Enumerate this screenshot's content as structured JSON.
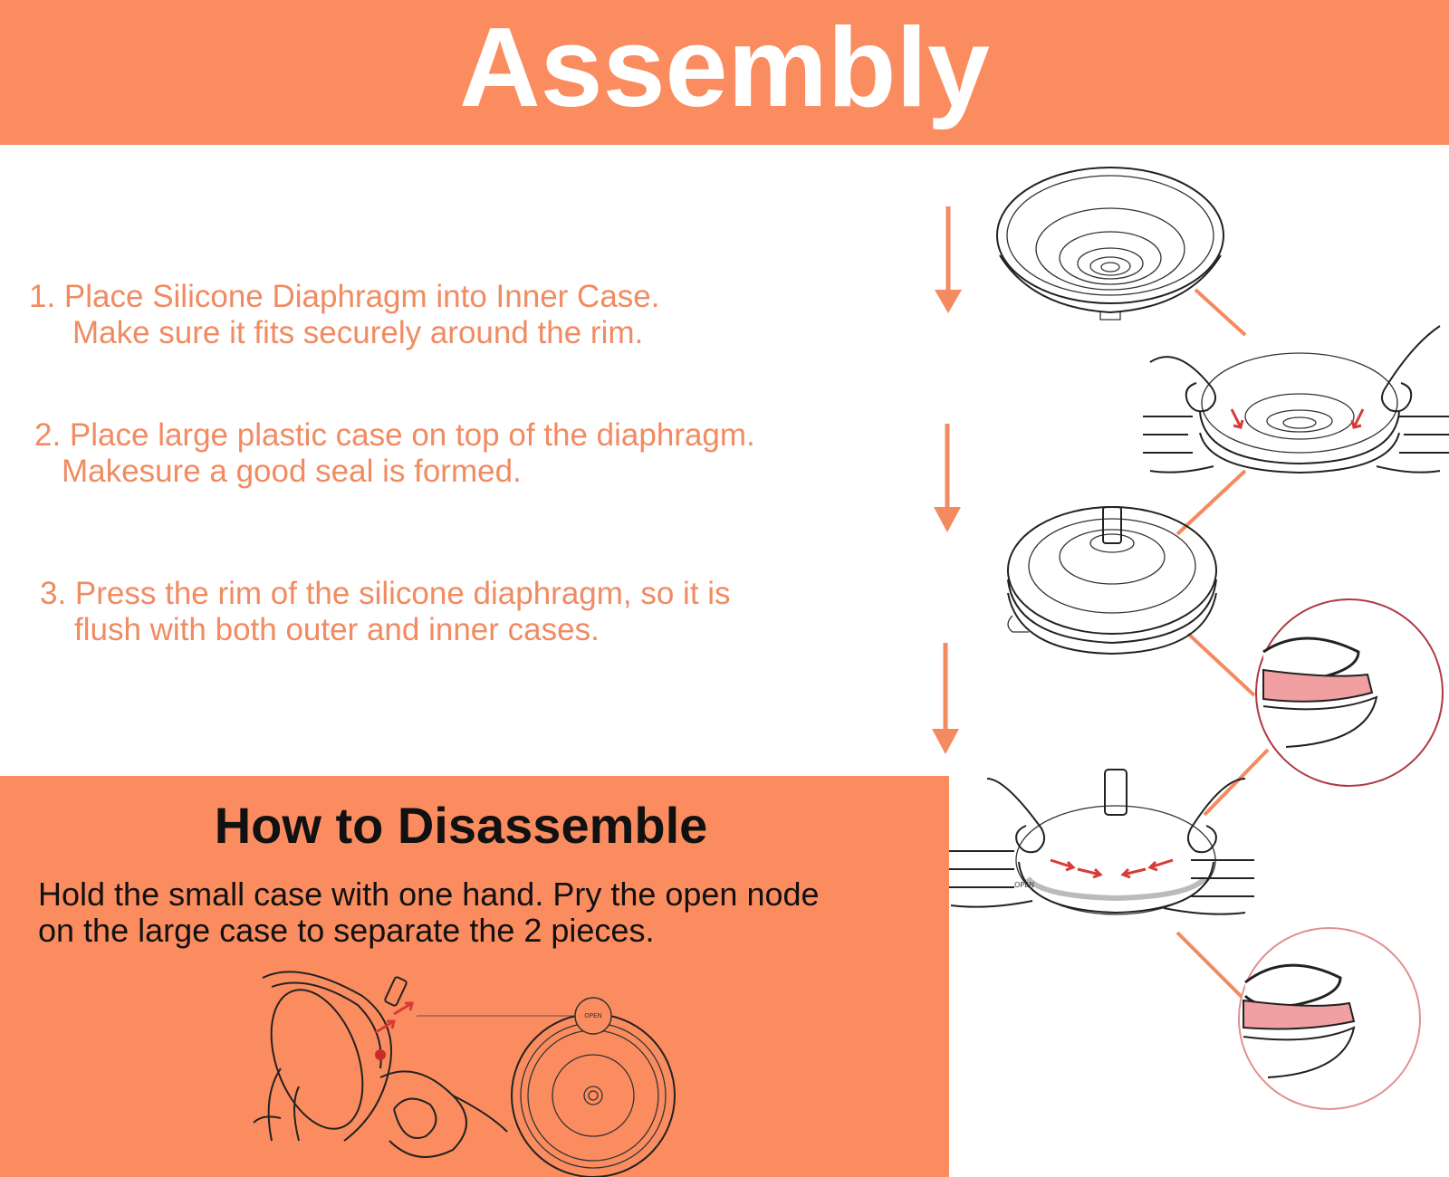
{
  "header": {
    "title": "Assembly",
    "background": "#fb8c5f"
  },
  "steps": [
    {
      "line1": "1. Place Silicone Diaphragm into Inner Case.",
      "line2": "Make sure it fits securely around the rim."
    },
    {
      "line1": "2. Place large plastic case on top of the diaphragm.",
      "line2": "Makesure a good seal is formed."
    },
    {
      "line1": "3. Press the rim of the silicone diaphragm, so it is",
      "line2": "flush with both outer and inner cases."
    }
  ],
  "disassemble": {
    "title": "How to Disassemble",
    "text_line1": "Hold the small case with one hand. Pry the open node",
    "text_line2": "on the large case to separate the 2 pieces.",
    "open_label": "OPEN"
  },
  "colors": {
    "accent": "#fb8c5f",
    "step_text": "#f08b62",
    "arrow": "#f48a60",
    "highlight_arrows": "#d63b36",
    "seal_highlight": "#f0a0a0"
  },
  "icons": [
    "down-arrow-icon",
    "diaphragm-illustration",
    "hands-press-illustration",
    "assembled-case-illustration",
    "seal-zoom-illustration",
    "pry-open-illustration"
  ]
}
